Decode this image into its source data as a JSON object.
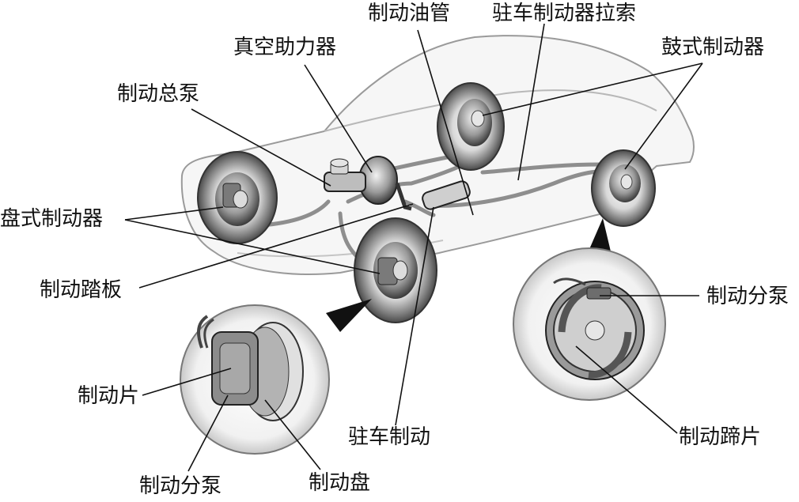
{
  "labels": {
    "brake_line": "制动油管",
    "parking_cable": "驻车制动器拉索",
    "vacuum_booster": "真空助力器",
    "drum_brake": "鼓式制动器",
    "master_cylinder": "制动总泵",
    "disc_brake": "盘式制动器",
    "brake_pedal": "制动踏板",
    "wheel_cylinder_right": "制动分泵",
    "brake_pad": "制动片",
    "parking_brake": "驻车制动",
    "brake_shoe": "制动蹄片",
    "wheel_cylinder_left": "制动分泵",
    "brake_disc": "制动盘"
  },
  "colors": {
    "line": "#111111",
    "body_fill": "#f4f4f4",
    "tire": "#8a8a8a",
    "metal": "#b5b5b5",
    "shadow": "#1a1a1a"
  }
}
